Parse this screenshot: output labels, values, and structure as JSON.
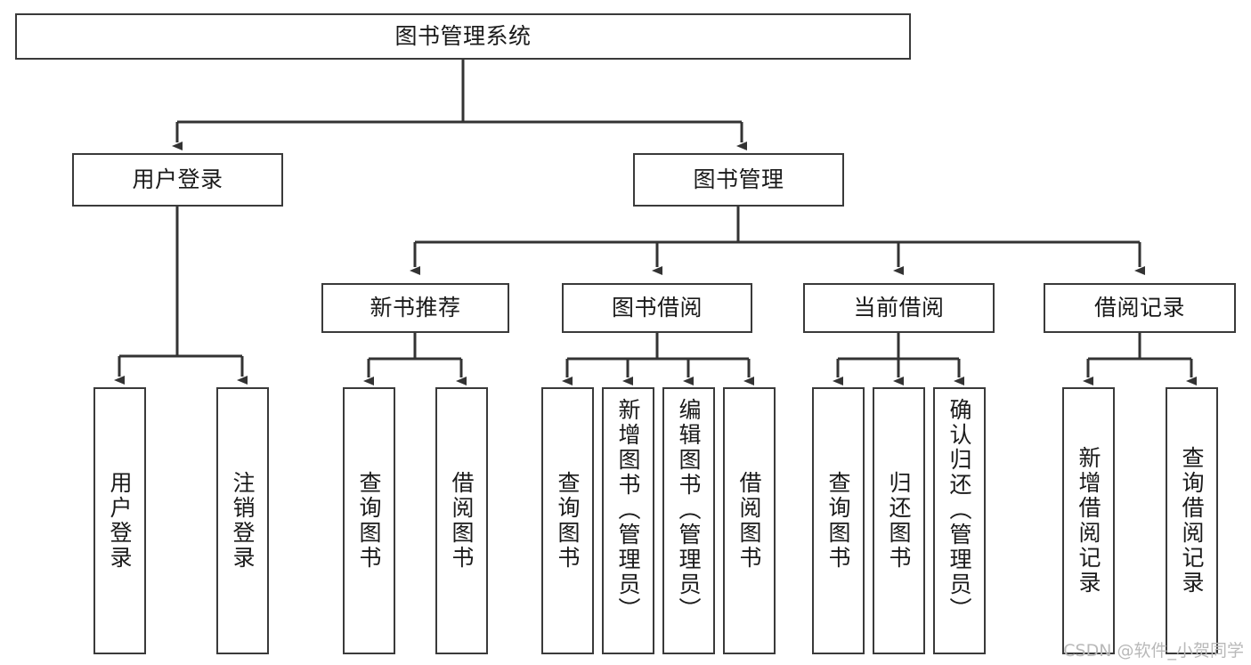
{
  "diagram": {
    "title": "图书管理系统",
    "type": "tree",
    "orientation": "top-down",
    "background_color": "#ffffff",
    "box_border_color": "#3a3a3a",
    "edge_color": "#333333",
    "nodes": {
      "root": {
        "label": "图书管理系统"
      },
      "level2": [
        {
          "id": "user-login",
          "label": "用户登录"
        },
        {
          "id": "book-manage",
          "label": "图书管理"
        }
      ],
      "level3": [
        {
          "id": "new-book-rec",
          "label": "新书推荐"
        },
        {
          "id": "book-borrow",
          "label": "图书借阅"
        },
        {
          "id": "current-borrow",
          "label": "当前借阅"
        },
        {
          "id": "borrow-record",
          "label": "借阅记录"
        }
      ],
      "leaves": {
        "user-login": [
          {
            "id": "leaf-user-login",
            "label": "用户登录"
          },
          {
            "id": "leaf-logout",
            "label": "注销登录"
          }
        ],
        "new-book-rec": [
          {
            "id": "leaf-query-book-1",
            "label": "查询图书"
          },
          {
            "id": "leaf-borrow-book-1",
            "label": "借阅图书"
          }
        ],
        "book-borrow": [
          {
            "id": "leaf-query-book-2",
            "label": "查询图书"
          },
          {
            "id": "leaf-add-book",
            "label": "新增图书（管理员）"
          },
          {
            "id": "leaf-edit-book",
            "label": "编辑图书（管理员）"
          },
          {
            "id": "leaf-borrow-book-2",
            "label": "借阅图书"
          }
        ],
        "current-borrow": [
          {
            "id": "leaf-query-book-3",
            "label": "查询图书"
          },
          {
            "id": "leaf-return-book",
            "label": "归还图书"
          },
          {
            "id": "leaf-confirm-return",
            "label": "确认归还（管理员）"
          }
        ],
        "borrow-record": [
          {
            "id": "leaf-add-record",
            "label": "新增借阅记录"
          },
          {
            "id": "leaf-query-record",
            "label": "查询借阅记录"
          }
        ]
      }
    }
  },
  "watermark": {
    "text": "CSDN @软件_小贺同学"
  }
}
